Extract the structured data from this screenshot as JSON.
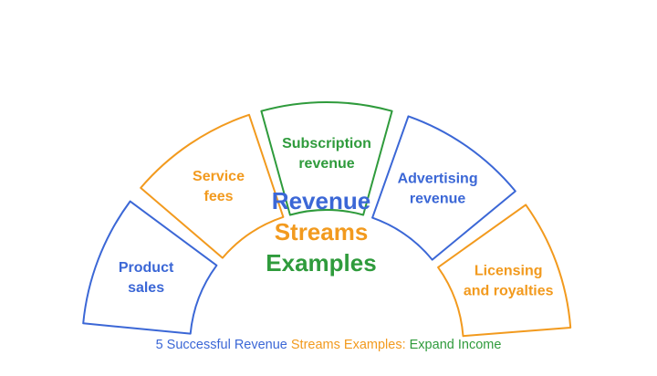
{
  "colors": {
    "blue": "#3b67d6",
    "orange": "#f29a1e",
    "green": "#2f9b3c"
  },
  "segments": [
    {
      "id": "product-sales",
      "lines": [
        "Product",
        "sales"
      ],
      "color": "blue"
    },
    {
      "id": "service-fees",
      "lines": [
        "Service",
        "fees"
      ],
      "color": "orange"
    },
    {
      "id": "subscription-revenue",
      "lines": [
        "Subscription",
        "revenue"
      ],
      "color": "green"
    },
    {
      "id": "advertising-revenue",
      "lines": [
        "Advertising",
        "revenue"
      ],
      "color": "blue"
    },
    {
      "id": "licensing-royalties",
      "lines": [
        "Licensing",
        "and royalties"
      ],
      "color": "orange"
    }
  ],
  "center_title": [
    {
      "text": "Revenue",
      "color": "blue"
    },
    {
      "text": "Streams",
      "color": "orange"
    },
    {
      "text": "Examples",
      "color": "green"
    }
  ],
  "caption": {
    "part1": "5 Successful Revenue ",
    "part2": "Streams Examples: ",
    "part3": "Expand Income"
  }
}
